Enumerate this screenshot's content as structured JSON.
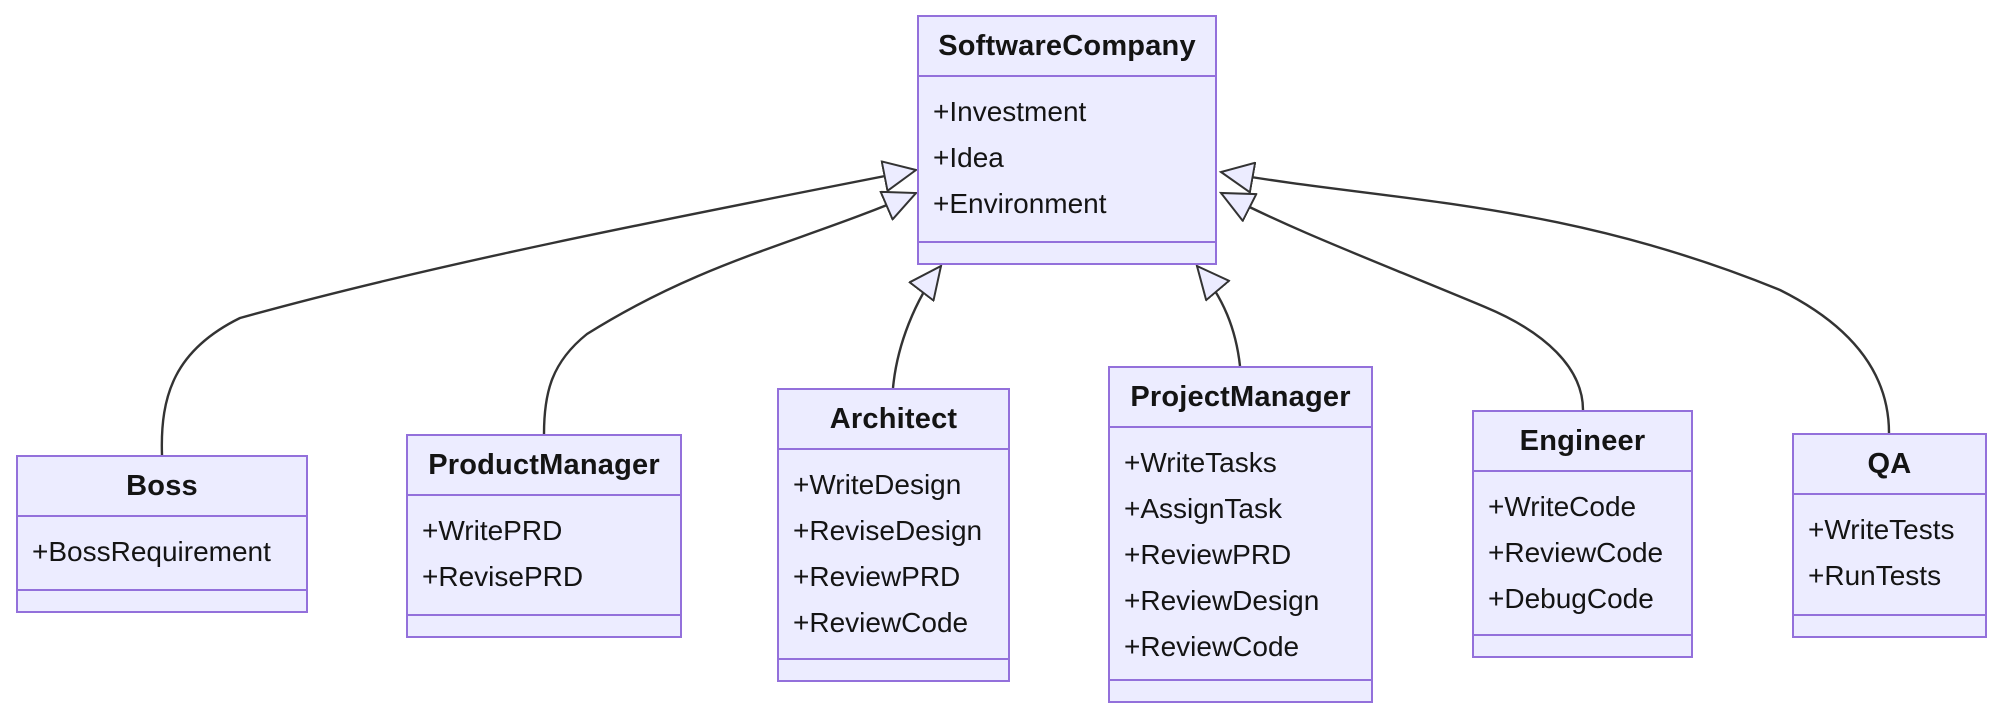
{
  "diagram": {
    "type": "uml-class-diagram",
    "background": "#FFFFFF",
    "colors": {
      "node_fill": "#ECECFF",
      "node_border": "#9370DB",
      "edge_line": "#333333",
      "text": "#141414"
    },
    "classes": [
      {
        "name": "SoftwareCompany",
        "members": [
          "+Investment",
          "+Idea",
          "+Environment"
        ]
      },
      {
        "name": "Boss",
        "members": [
          "+BossRequirement"
        ]
      },
      {
        "name": "ProductManager",
        "members": [
          "+WritePRD",
          "+RevisePRD"
        ]
      },
      {
        "name": "Architect",
        "members": [
          "+WriteDesign",
          "+ReviseDesign",
          "+ReviewPRD",
          "+ReviewCode"
        ]
      },
      {
        "name": "ProjectManager",
        "members": [
          "+WriteTasks",
          "+AssignTask",
          "+ReviewPRD",
          "+ReviewDesign",
          "+ReviewCode"
        ]
      },
      {
        "name": "Engineer",
        "members": [
          "+WriteCode",
          "+ReviewCode",
          "+DebugCode"
        ]
      },
      {
        "name": "QA",
        "members": [
          "+WriteTests",
          "+RunTests"
        ]
      }
    ],
    "relationships": [
      {
        "from": "Boss",
        "to": "SoftwareCompany",
        "type": "inheritance"
      },
      {
        "from": "ProductManager",
        "to": "SoftwareCompany",
        "type": "inheritance"
      },
      {
        "from": "Architect",
        "to": "SoftwareCompany",
        "type": "inheritance"
      },
      {
        "from": "ProjectManager",
        "to": "SoftwareCompany",
        "type": "inheritance"
      },
      {
        "from": "Engineer",
        "to": "SoftwareCompany",
        "type": "inheritance"
      },
      {
        "from": "QA",
        "to": "SoftwareCompany",
        "type": "inheritance"
      }
    ]
  }
}
